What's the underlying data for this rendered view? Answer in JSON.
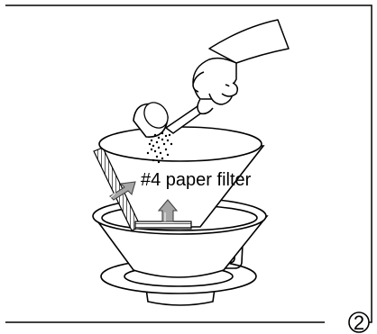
{
  "figure": {
    "label": "#4 paper filter",
    "step_number": "2"
  },
  "colors": {
    "ink": "#000000",
    "background": "#ffffff",
    "arrow_fill": "#9a9a9a",
    "paper_edge": "#5a5a5a"
  },
  "icons": {
    "arrows": "up-arrow-icon",
    "grounds": "coffee-grounds"
  }
}
